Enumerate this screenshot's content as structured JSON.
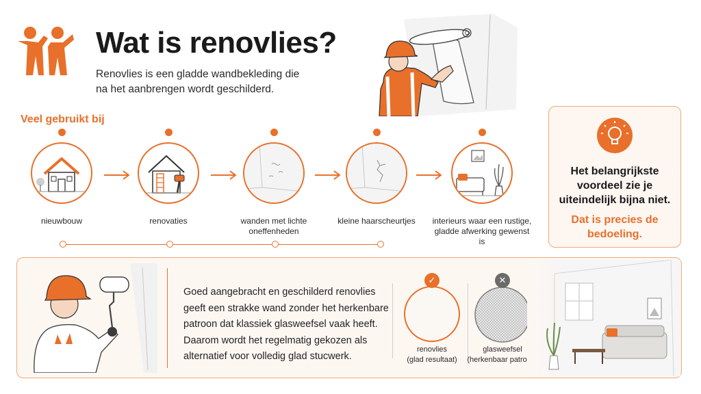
{
  "header": {
    "title": "Wat is renovlies?",
    "subtitle": "Renovlies is een gladde wandbekleding die na het aanbrengen wordt geschilderd."
  },
  "uses": {
    "heading": "Veel gebruikt bij",
    "items": [
      {
        "label": "nieuwbouw",
        "icon": "house-icon"
      },
      {
        "label": "renovaties",
        "icon": "renovation-house-icon"
      },
      {
        "label": "wanden met lichte oneffenheden",
        "icon": "uneven-wall-icon"
      },
      {
        "label": "kleine haarscheurtjes",
        "icon": "cracked-wall-icon"
      },
      {
        "label": "interieurs waar een rustige, gladde afwerking gewenst is",
        "icon": "living-room-icon"
      }
    ]
  },
  "benefit": {
    "text": "Het belangrijkste voordeel zie je uiteindelijk bijna niet.",
    "accent": "Dat is precies de bedoeling.",
    "icon": "lightbulb-icon"
  },
  "explanation": {
    "text": "Goed aangebracht en geschilderd renovlies geeft een strakke wand zonder het herkenbare patroon dat klassiek glasweefsel vaak heeft. Daarom wordt het regelmatig gekozen als alternatief voor volledig glad stucwerk."
  },
  "comparison": [
    {
      "name": "renovlies",
      "note": "(glad resultaat)",
      "status": "check-icon",
      "color": "#e8702a"
    },
    {
      "name": "glasweefsel",
      "note": "(herkenbaar patroon)",
      "status": "cross-icon",
      "color": "#6b6b6b"
    }
  ],
  "colors": {
    "accent": "#e8702a",
    "accent_light": "#f0a87a",
    "panel_bg": "#fdf7f2",
    "text": "#1f1f1f"
  }
}
